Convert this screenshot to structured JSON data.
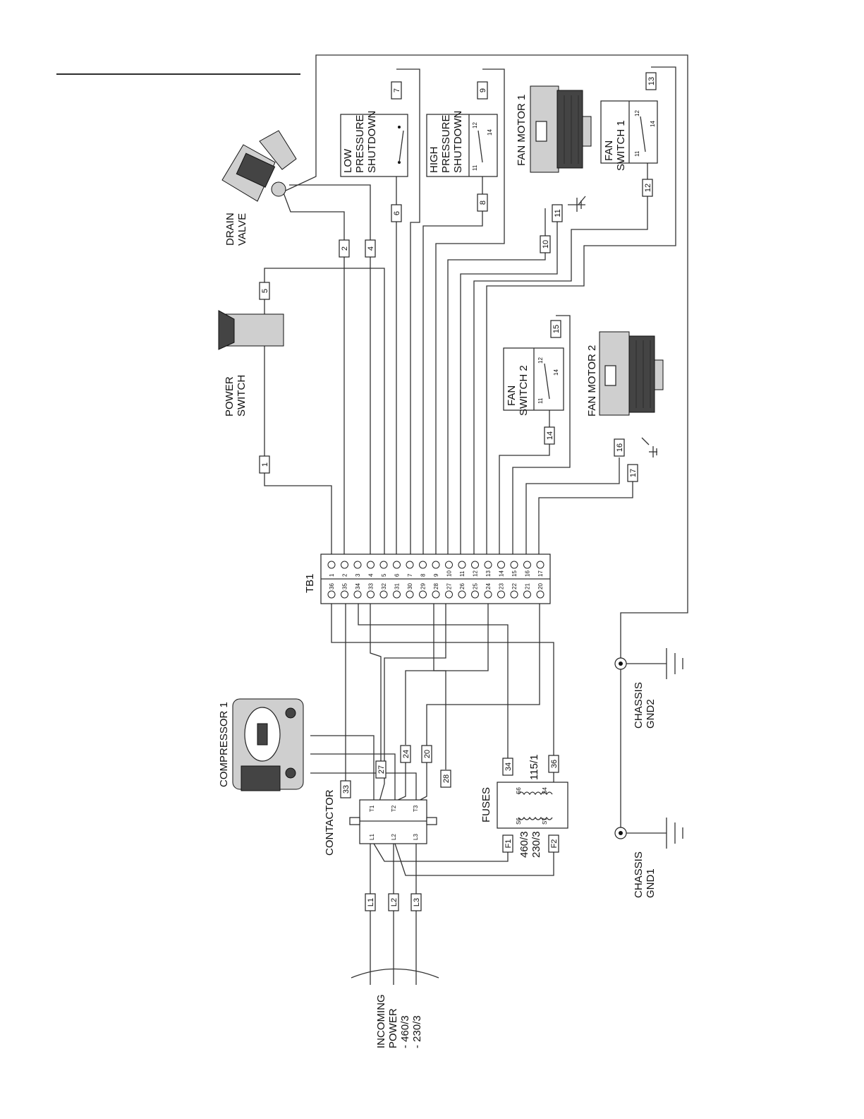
{
  "devices": {
    "drain_valve": [
      "DRAIN",
      "VALVE"
    ],
    "power_switch": [
      "POWER",
      "SWITCH"
    ],
    "low_pressure": [
      "LOW",
      "PRESSURE",
      "SHUTDOWN"
    ],
    "high_pressure": [
      "HIGH",
      "PRESSURE",
      "SHUTDOWN"
    ],
    "fan_motor_1": "FAN MOTOR 1",
    "fan_motor_2": "FAN MOTOR 2",
    "fan_switch_1": [
      "FAN",
      "SWITCH 1"
    ],
    "fan_switch_2": [
      "FAN",
      "SWITCH 2"
    ],
    "terminal_block": "TB1",
    "compressor": "COMPRESSOR 1",
    "contactor": "CONTACTOR",
    "fuses": "FUSES",
    "chassis_gnd1": [
      "CHASSIS",
      "GND1"
    ],
    "chassis_gnd2": [
      "CHASSIS",
      "GND2"
    ],
    "incoming_power": [
      "INCOMING",
      "POWER",
      "- 460/3",
      "- 230/3"
    ],
    "voltage_secondary": "115/1",
    "voltage_primary": [
      "460/3",
      "230/3"
    ]
  },
  "switch_contacts": {
    "c11": "11",
    "c12": "12",
    "c14": "14"
  },
  "tb1": {
    "top_row": [
      "1",
      "2",
      "3",
      "4",
      "5",
      "6",
      "7",
      "8",
      "9",
      "10",
      "11",
      "12",
      "13",
      "14",
      "15",
      "16",
      "17"
    ],
    "bottom_row": [
      "36",
      "35",
      "34",
      "33",
      "32",
      "31",
      "30",
      "29",
      "28",
      "27",
      "26",
      "25",
      "24",
      "23",
      "22",
      "21",
      "20"
    ]
  },
  "contactor_terminals": [
    "L1",
    "L2",
    "L3",
    "T1",
    "T2",
    "T3"
  ],
  "fuse_terminals": [
    "S6",
    "S6",
    "S4",
    "S7"
  ],
  "wire_tags": {
    "w1": "1",
    "w2": "2",
    "w4": "4",
    "w5": "5",
    "w6": "6",
    "w7": "7",
    "w8": "8",
    "w9": "9",
    "w10": "10",
    "w11": "11",
    "w12": "12",
    "w13": "13",
    "w14": "14",
    "w15": "15",
    "w16": "16",
    "w17": "17",
    "w20": "20",
    "w24": "24",
    "w27": "27",
    "w28": "28",
    "w33": "33",
    "w34": "34",
    "w36": "36",
    "wL1": "L1",
    "wL2": "L2",
    "wL3": "L3",
    "wF1": "F1",
    "wF2": "F2"
  }
}
